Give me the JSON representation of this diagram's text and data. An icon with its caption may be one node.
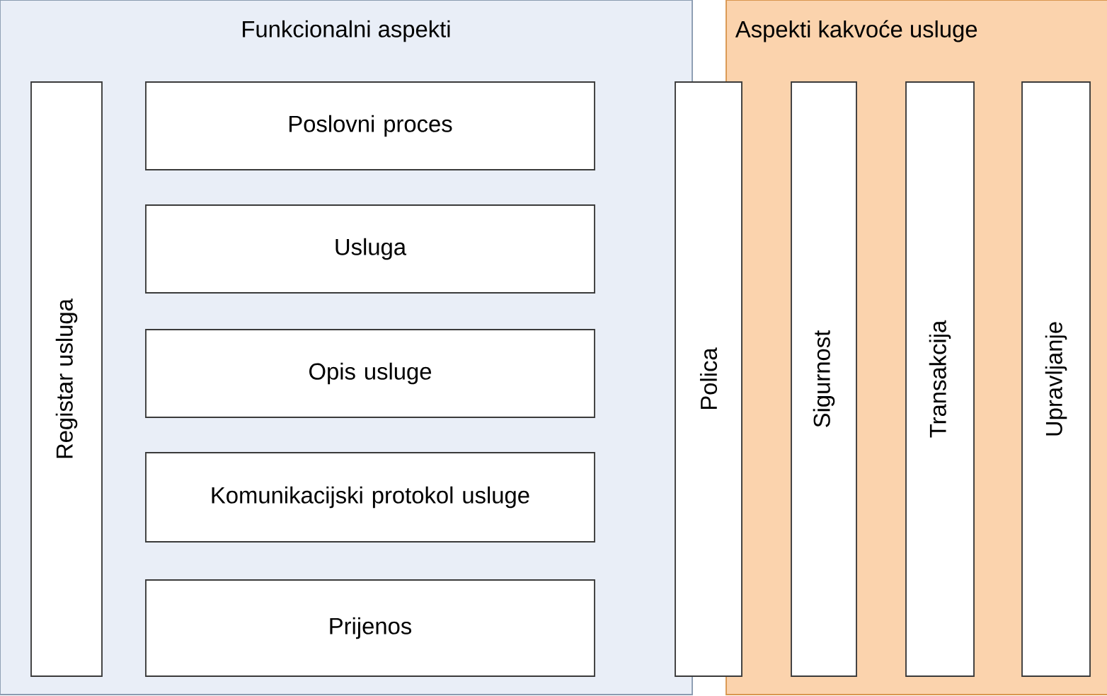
{
  "diagram": {
    "nodes": [
      {
        "text": [
          "Funkcionalni aspekti"
        ]
      },
      {
        "text": [
          "Registar usluga"
        ],
        "in": 0
      },
      {
        "text": [
          "Poslovni proces"
        ],
        "in": 0
      },
      {
        "text": [
          "Usluga"
        ],
        "in": 0
      },
      {
        "text": [
          "Opis usluge"
        ],
        "in": 0
      },
      {
        "text": [
          "Komunikacijski protokol usluge"
        ],
        "in": 0
      },
      {
        "text": [
          "Prijenos"
        ],
        "in": 0
      },
      {
        "text": [
          "Polica"
        ]
      },
      {
        "text": [
          "Aspekti kakvoće usluge"
        ]
      },
      {
        "text": [
          "Sigurnost"
        ],
        "in": 8
      },
      {
        "text": [
          "Transakcija"
        ],
        "in": 8
      },
      {
        "text": [
          "Upravljanje"
        ],
        "in": 8
      }
    ],
    "edges": []
  }
}
